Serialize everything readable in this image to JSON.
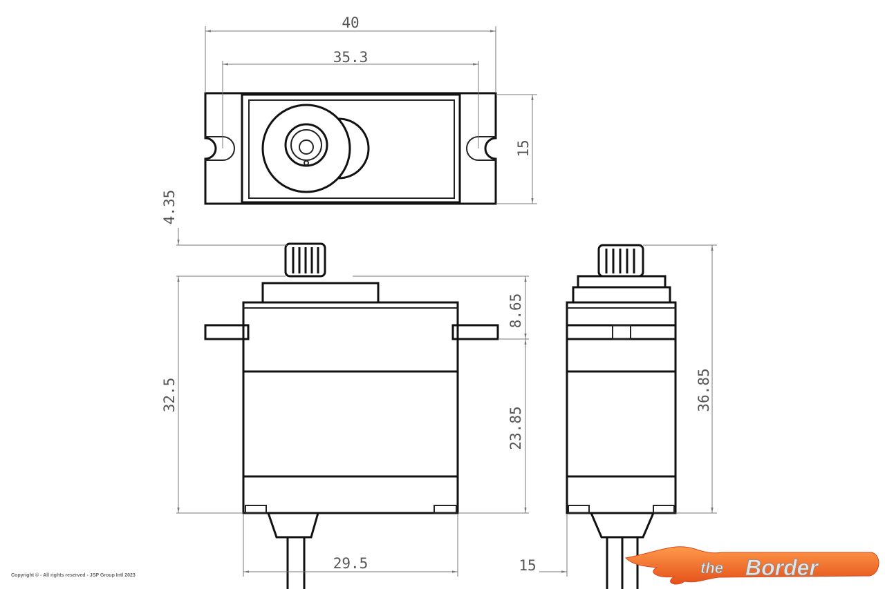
{
  "drawing": {
    "top_view": {
      "width_overall": "40",
      "hole_spacing": "35.3",
      "depth": "15"
    },
    "front_view": {
      "spline_height": "4.35",
      "body_height": "32.5",
      "flange_to_top": "8.65",
      "flange_to_bottom": "23.85",
      "body_width": "29.5"
    },
    "side_view": {
      "total_height": "36.85",
      "cable_offset": "15"
    }
  },
  "footer": {
    "copyright": "Copyright © - All rights reserved - JSP Group Intl 2023"
  },
  "logo": {
    "word1": "the",
    "word2": "Border",
    "color": "#f26a21"
  }
}
